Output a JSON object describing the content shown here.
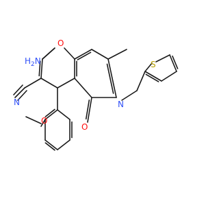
{
  "atoms": {
    "nh2": {
      "text": "H2N",
      "color": "#3050F8"
    },
    "o_ring": {
      "text": "O",
      "color": "#FF0D0D"
    },
    "n_nitrile": {
      "text": "N",
      "color": "#3050F8"
    },
    "o_carbonyl": {
      "text": "O",
      "color": "#FF0D0D"
    },
    "n_ring": {
      "text": "N",
      "color": "#3050F8"
    },
    "s_thiophene": {
      "text": "S",
      "color": "#B8A000"
    },
    "o_methoxy": {
      "text": "O",
      "color": "#FF0D0D"
    }
  },
  "colors": {
    "bond": "#1a1a1a",
    "background": "#ffffff"
  }
}
